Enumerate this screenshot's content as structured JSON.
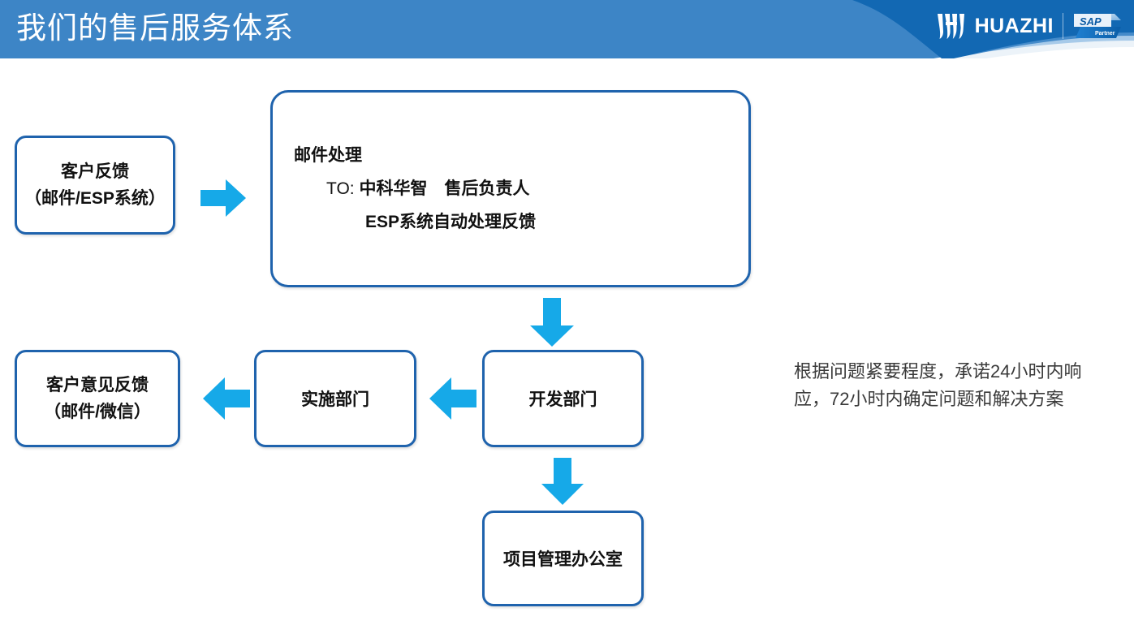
{
  "header": {
    "title": "我们的售后服务体系",
    "brand_name": "HUAZHI",
    "partner_badge": {
      "primary": "SAP",
      "secondary": "Partner"
    },
    "colors": {
      "banner_light_blue": "#3d85c6",
      "banner_dark_blue": "#1268b3"
    }
  },
  "diagram": {
    "colors": {
      "node_border": "#1f63ad",
      "arrow": "#16a9e8",
      "node_fill": "#ffffff",
      "node_text": "#111111"
    },
    "nodes": {
      "customer_feedback": {
        "line1": "客户反馈",
        "line2": "（邮件/ESP系统）"
      },
      "mail_process": {
        "line1": "邮件处理",
        "line2_label": "TO:",
        "line2_value": "中科华智　售后负责人",
        "line3": "ESP系统自动处理反馈"
      },
      "customer_opinion": {
        "line1": "客户意见反馈",
        "line2": "（邮件/微信）"
      },
      "impl_dept": {
        "line1": "实施部门"
      },
      "dev_dept": {
        "line1": "开发部门"
      },
      "pmo": {
        "line1": "项目管理办公室"
      }
    }
  },
  "note": {
    "text": "根据问题紧要程度，承诺24小时内响应，72小时内确定问题和解决方案"
  }
}
